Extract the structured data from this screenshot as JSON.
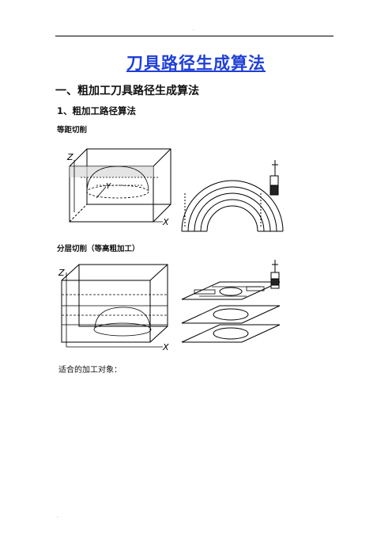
{
  "header": {
    "mark": "."
  },
  "footer": {
    "mark": "."
  },
  "doc": {
    "title": "刀具路径生成算法",
    "section1": "一、粗加工刀具路径生成算法",
    "subsection1": "1、粗加工路径算法",
    "label_equidistant": "等距切削",
    "label_layered": "分层切削（等高粗加工）",
    "paragraph": "适合的加工对象："
  },
  "figures": {
    "axis_z": "Z",
    "axis_x": "X",
    "axis_y": "Y"
  }
}
